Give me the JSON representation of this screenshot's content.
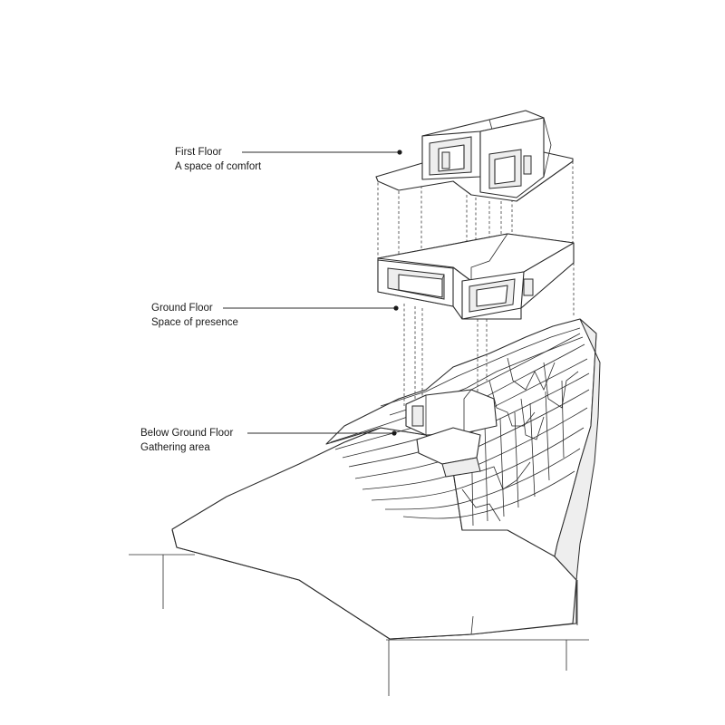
{
  "diagram": {
    "labels": {
      "first_floor": {
        "title": "First Floor",
        "subtitle": "A space of comfort"
      },
      "ground_floor": {
        "title": "Ground Floor",
        "subtitle": "Space of presence"
      },
      "below_ground_floor": {
        "title": "Below Ground Floor",
        "subtitle": "Gathering area"
      }
    },
    "colors": {
      "line": "#2b2b2b",
      "fill": "#ffffff",
      "shade": "#eeeeee",
      "text": "#1a1a1a"
    }
  }
}
